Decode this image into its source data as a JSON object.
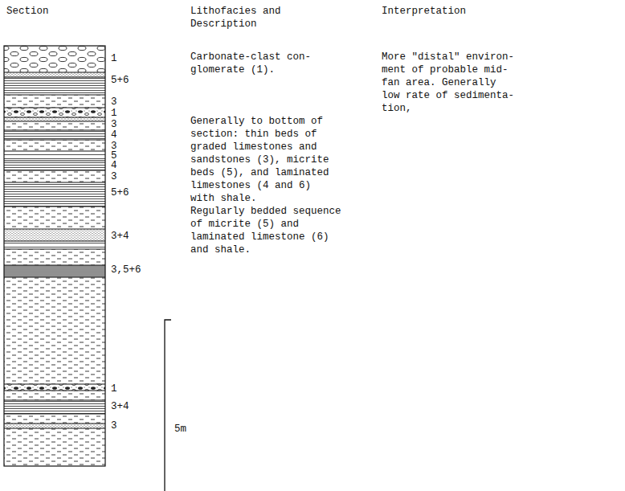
{
  "diagram": {
    "labels": [
      "Section",
      "Lithofacies and Description",
      "Interpretation",
      "1",
      "5+6",
      "3",
      "1",
      "3",
      "4",
      "3",
      "5",
      "4",
      "3",
      "5+6",
      "3+4",
      "3,5+6",
      "1",
      "3+4",
      "3",
      "5m",
      "Carbonate-clast con- glomerate (1).",
      "Generally to bottom of section: thin beds of graded limestones and sandstones (3), micrite beds (5), and laminated limestones (4 and 6) with shale.",
      "Regularly bedded sequence of micrite (5) and laminated limestone (6) and shale.",
      "More \"distal\" environ- ment of probable mid- fan area. Generally low rate of sedimenta- tion,"
    ]
  }
}
